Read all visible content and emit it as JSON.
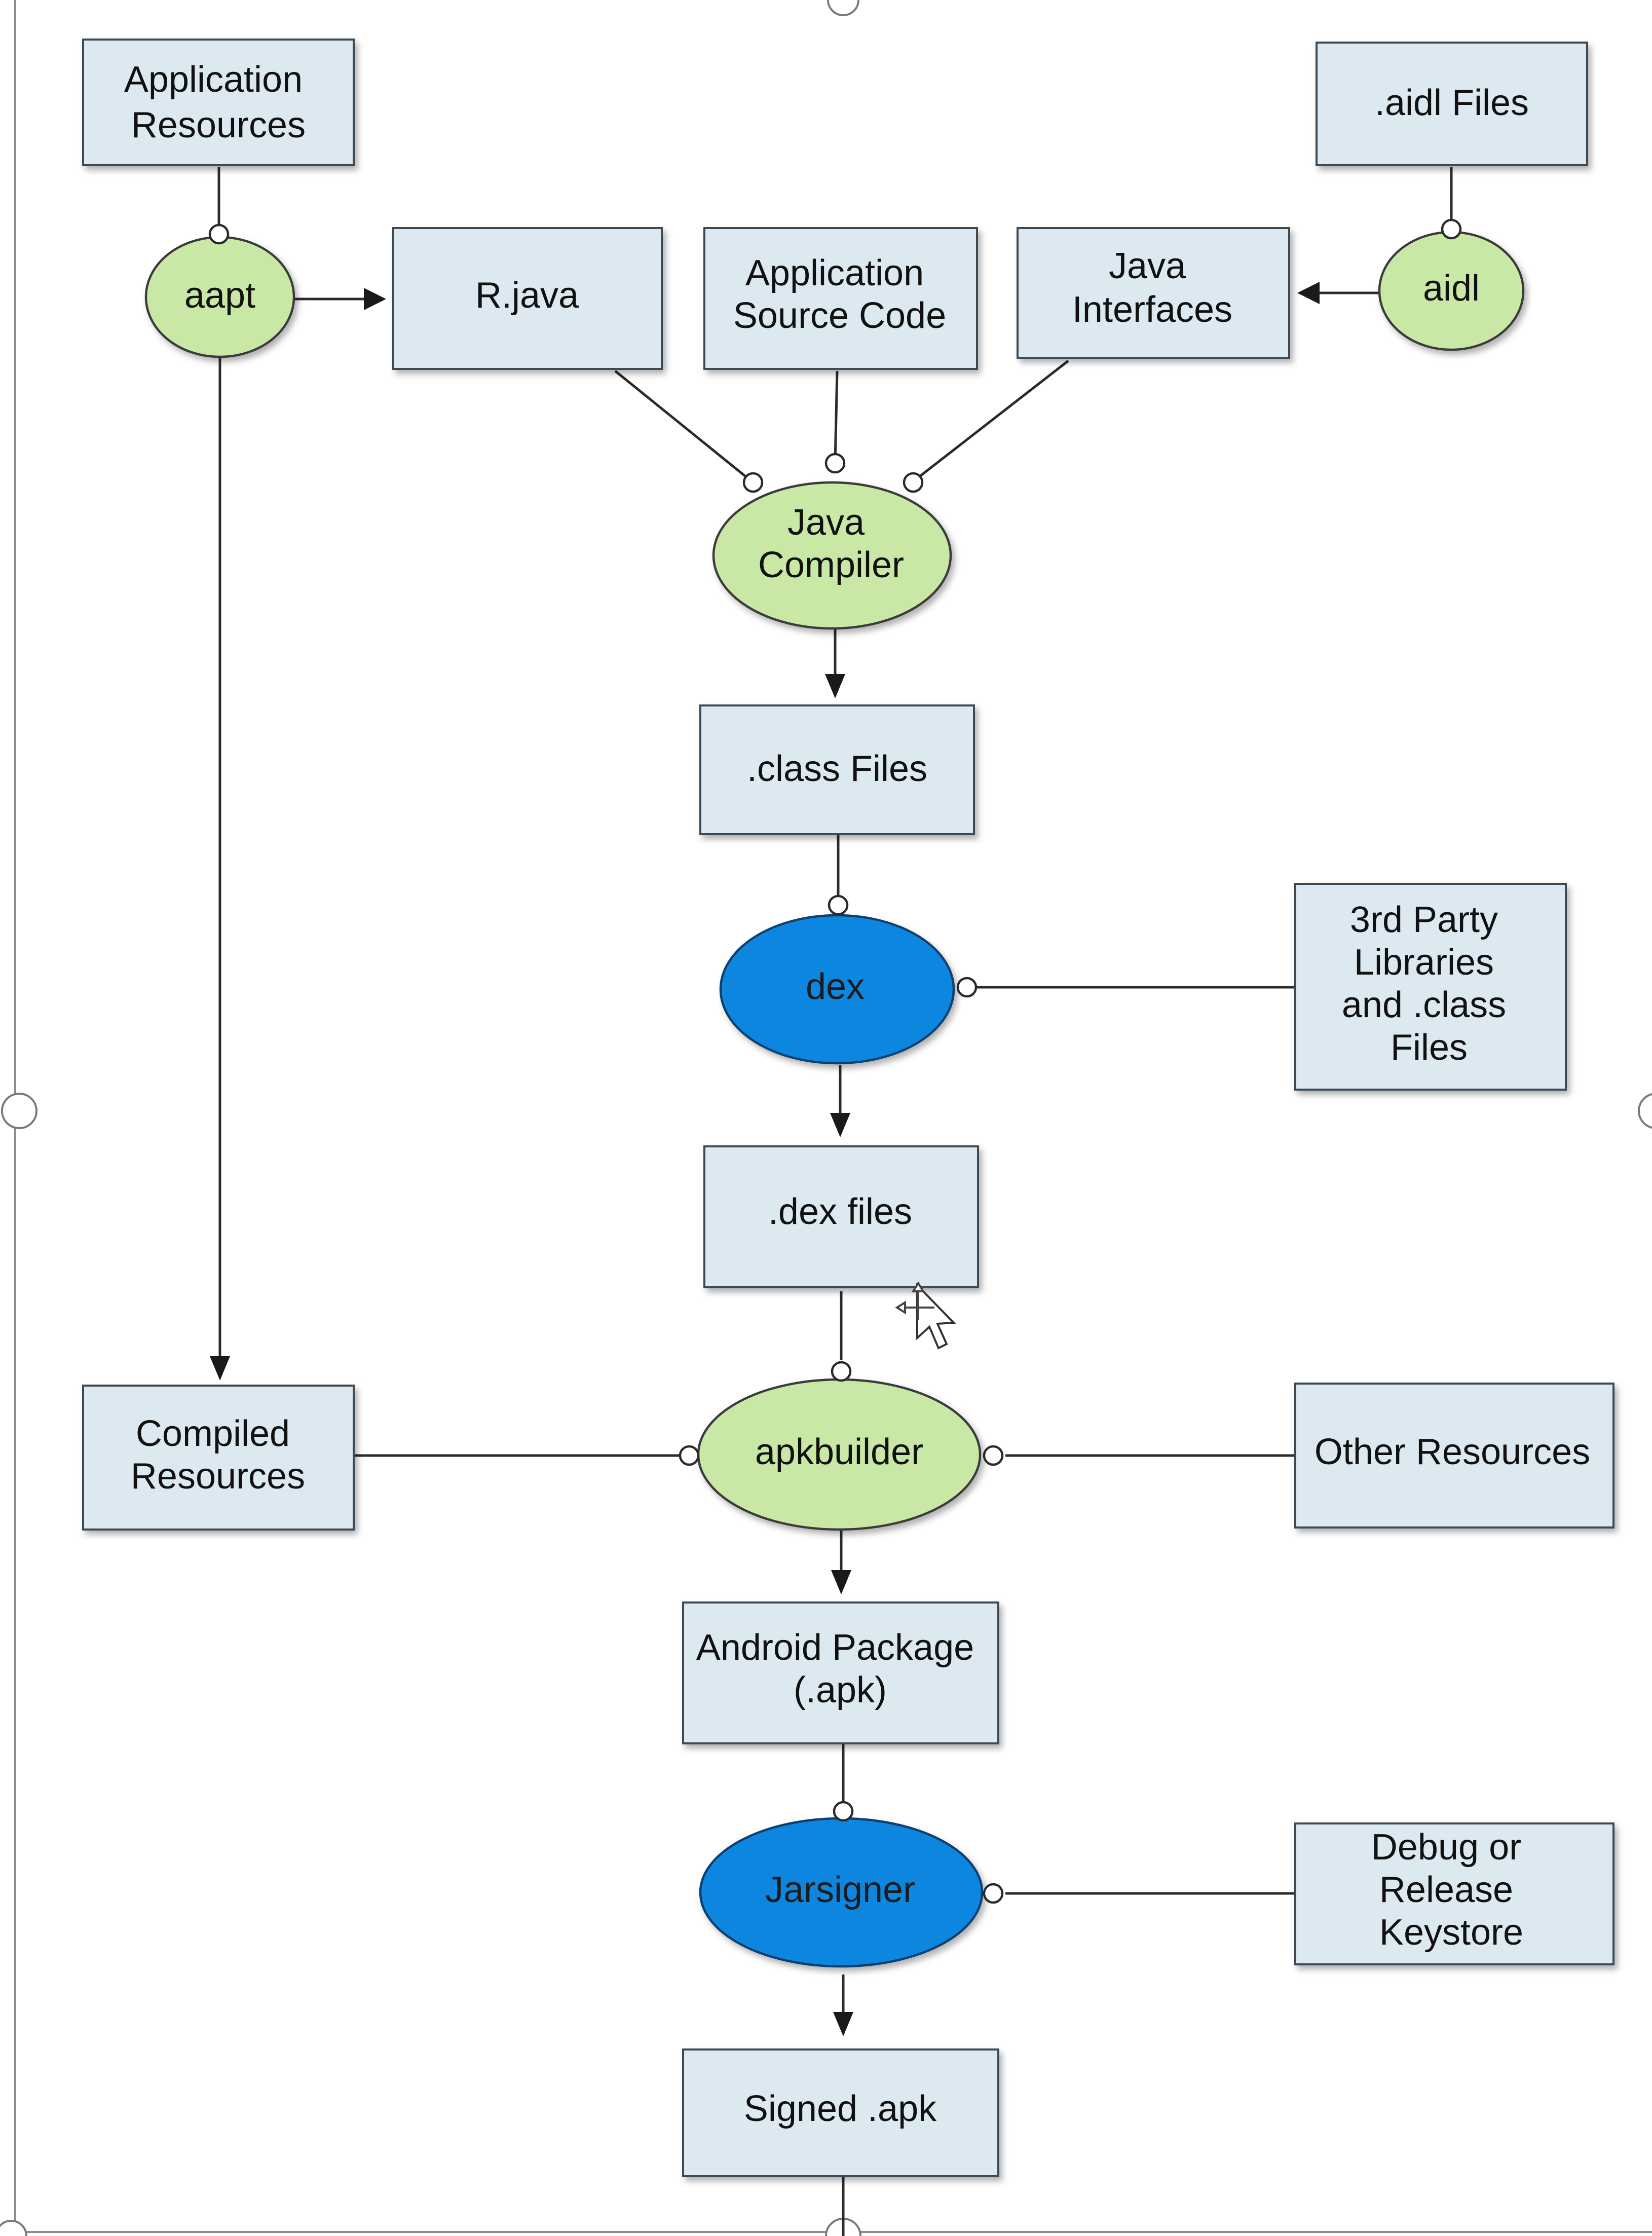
{
  "diagram": {
    "nodes": [
      {
        "id": "app-resources",
        "shape": "box",
        "lines": [
          "Application",
          "Resources"
        ]
      },
      {
        "id": "aidl-files",
        "shape": "box",
        "lines": [
          ".aidl Files"
        ]
      },
      {
        "id": "aapt",
        "shape": "oval",
        "color": "#c9e8a5",
        "lines": [
          "aapt"
        ]
      },
      {
        "id": "r-java",
        "shape": "box",
        "lines": [
          "R.java"
        ]
      },
      {
        "id": "app-source",
        "shape": "box",
        "lines": [
          "Application",
          "Source Code"
        ]
      },
      {
        "id": "java-interfaces",
        "shape": "box",
        "lines": [
          "Java",
          "Interfaces"
        ]
      },
      {
        "id": "aidl",
        "shape": "oval",
        "color": "#c9e8a5",
        "lines": [
          "aidl"
        ]
      },
      {
        "id": "java-compiler",
        "shape": "oval",
        "color": "#c9e8a5",
        "lines": [
          "Java",
          "Compiler"
        ]
      },
      {
        "id": "class-files",
        "shape": "box",
        "lines": [
          ".class Files"
        ]
      },
      {
        "id": "dex",
        "shape": "oval",
        "color": "#0c86e0",
        "lines": [
          "dex"
        ]
      },
      {
        "id": "third-party-libs",
        "shape": "box",
        "lines": [
          "3rd Party",
          "Libraries",
          "and .class",
          "Files"
        ]
      },
      {
        "id": "dex-files",
        "shape": "box",
        "lines": [
          ".dex files"
        ]
      },
      {
        "id": "compiled-resources",
        "shape": "box",
        "lines": [
          "Compiled",
          "Resources"
        ]
      },
      {
        "id": "apkbuilder",
        "shape": "oval",
        "color": "#c9e8a5",
        "lines": [
          "apkbuilder"
        ]
      },
      {
        "id": "other-resources",
        "shape": "box",
        "lines": [
          "Other Resources"
        ]
      },
      {
        "id": "android-package",
        "shape": "box",
        "lines": [
          "Android Package",
          "(.apk)"
        ]
      },
      {
        "id": "jarsigner",
        "shape": "oval",
        "color": "#0c86e0",
        "lines": [
          "Jarsigner"
        ]
      },
      {
        "id": "keystore",
        "shape": "box",
        "lines": [
          "Debug or",
          "Release",
          "Keystore"
        ]
      },
      {
        "id": "signed-apk",
        "shape": "box",
        "lines": [
          "Signed .apk"
        ]
      }
    ],
    "edges": [
      {
        "from": "app-resources",
        "to": "aapt",
        "type": "connector"
      },
      {
        "from": "aapt",
        "to": "r-java",
        "type": "arrow"
      },
      {
        "from": "aapt",
        "to": "compiled-resources",
        "type": "arrow"
      },
      {
        "from": "aidl-files",
        "to": "aidl",
        "type": "connector"
      },
      {
        "from": "aidl",
        "to": "java-interfaces",
        "type": "arrow"
      },
      {
        "from": "r-java",
        "to": "java-compiler",
        "type": "connector"
      },
      {
        "from": "app-source",
        "to": "java-compiler",
        "type": "connector"
      },
      {
        "from": "java-interfaces",
        "to": "java-compiler",
        "type": "connector"
      },
      {
        "from": "java-compiler",
        "to": "class-files",
        "type": "arrow"
      },
      {
        "from": "class-files",
        "to": "dex",
        "type": "connector"
      },
      {
        "from": "third-party-libs",
        "to": "dex",
        "type": "connector"
      },
      {
        "from": "dex",
        "to": "dex-files",
        "type": "arrow"
      },
      {
        "from": "dex-files",
        "to": "apkbuilder",
        "type": "connector"
      },
      {
        "from": "compiled-resources",
        "to": "apkbuilder",
        "type": "connector"
      },
      {
        "from": "other-resources",
        "to": "apkbuilder",
        "type": "connector"
      },
      {
        "from": "apkbuilder",
        "to": "android-package",
        "type": "arrow"
      },
      {
        "from": "android-package",
        "to": "jarsigner",
        "type": "connector"
      },
      {
        "from": "keystore",
        "to": "jarsigner",
        "type": "connector"
      },
      {
        "from": "jarsigner",
        "to": "signed-apk",
        "type": "arrow"
      }
    ]
  }
}
